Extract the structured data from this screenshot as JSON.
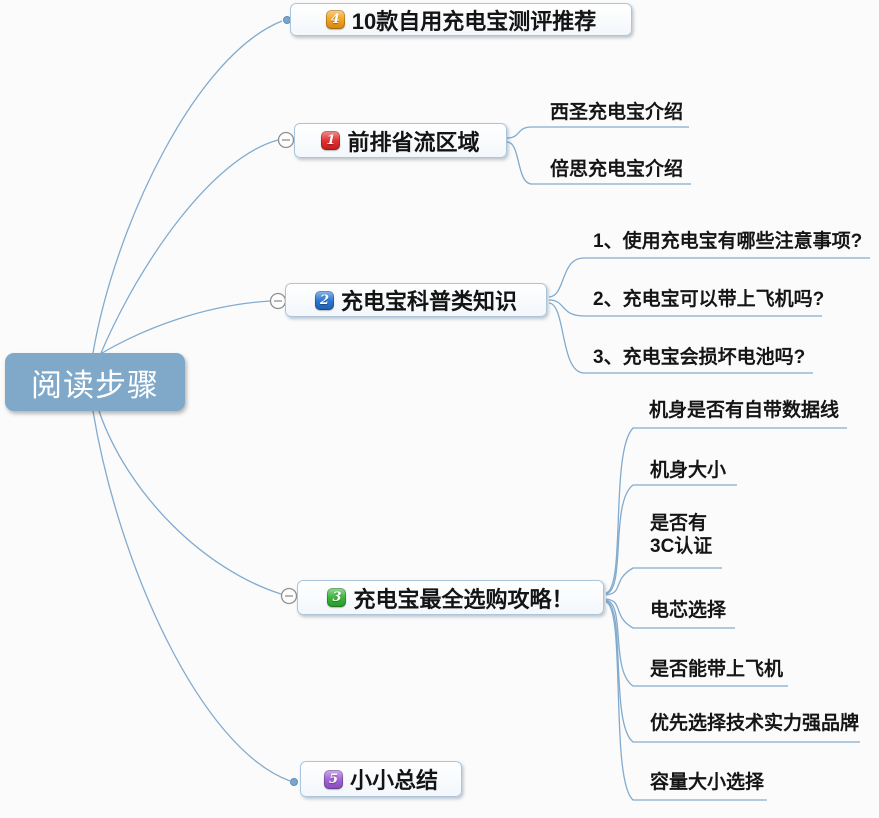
{
  "canvas": {
    "background_color": "#fbfbfb",
    "connector_color": "#82abce",
    "toggle_color": "#8f8f8f"
  },
  "mindmap": {
    "root": {
      "label": "阅读步骤",
      "color": "#7fa8c9",
      "text_color": "#ffffff"
    },
    "branches": [
      {
        "badge": "4",
        "badge_color": "#f39c12",
        "label": "10款自用充电宝测评推荐",
        "children": []
      },
      {
        "badge": "1",
        "badge_color": "#e02222",
        "label": "前排省流区域",
        "children": [
          {
            "label": "西圣充电宝介绍"
          },
          {
            "label": "倍思充电宝介绍"
          }
        ]
      },
      {
        "badge": "2",
        "badge_color": "#1f6fce",
        "label": "充电宝科普类知识",
        "children": [
          {
            "label": "1、使用充电宝有哪些注意事项?"
          },
          {
            "label": "2、充电宝可以带上飞机吗?"
          },
          {
            "label": "3、充电宝会损坏电池吗?"
          }
        ]
      },
      {
        "badge": "3",
        "badge_color": "#2eb02e",
        "label": "充电宝最全选购攻略！",
        "children": [
          {
            "label": "机身是否有自带数据线"
          },
          {
            "label": "机身大小"
          },
          {
            "label": "是否有\n3C认证"
          },
          {
            "label": "电芯选择"
          },
          {
            "label": "是否能带上飞机"
          },
          {
            "label": "优先选择技术实力强品牌"
          },
          {
            "label": "容量大小选择"
          }
        ]
      },
      {
        "badge": "5",
        "badge_color": "#9b59d6",
        "label": "小小总结",
        "children": []
      }
    ]
  }
}
